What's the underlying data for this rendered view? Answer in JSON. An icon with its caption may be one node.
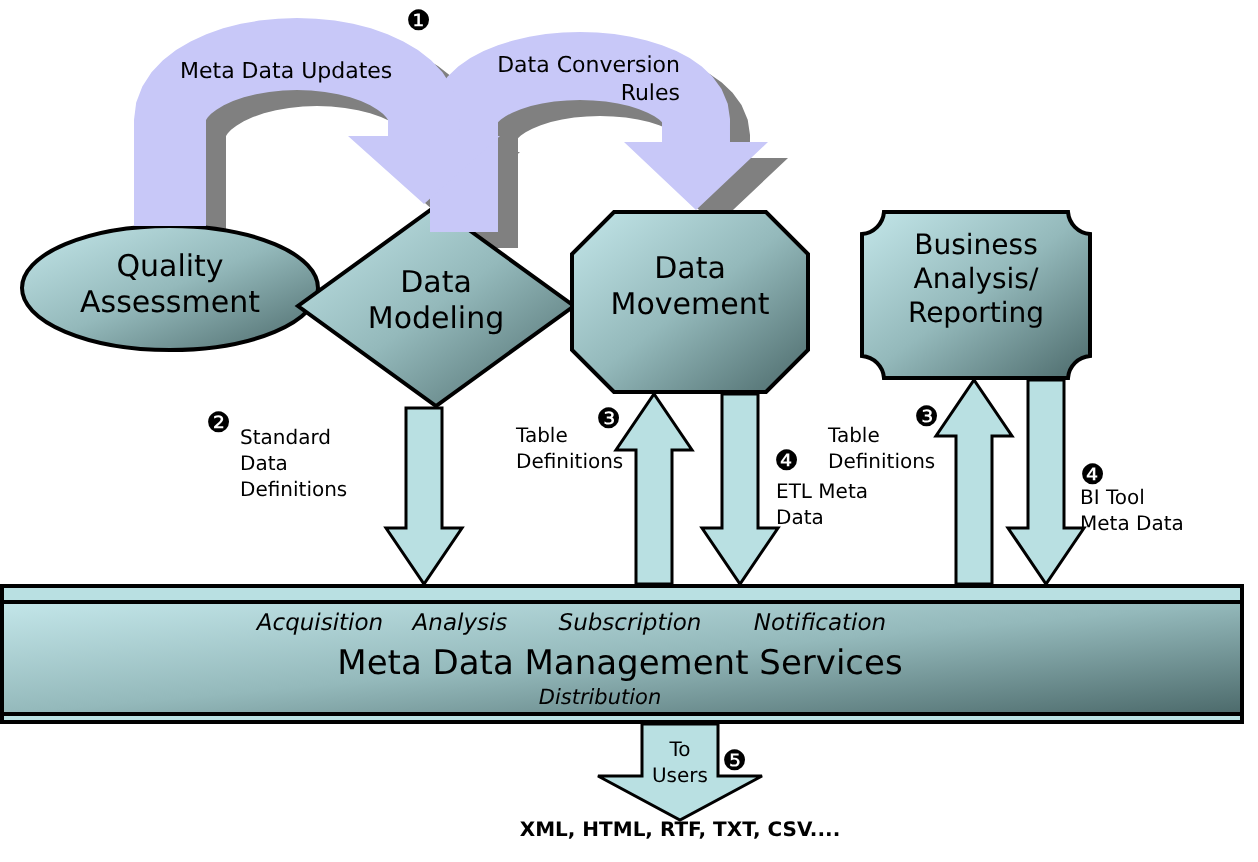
{
  "diagram": {
    "nodes": [
      {
        "text": [
          "Quality Assessment"
        ]
      },
      {
        "text": [
          "Data Modeling"
        ]
      },
      {
        "text": [
          "Data Movement"
        ]
      },
      {
        "text": [
          "Business Analysis/ Reporting"
        ]
      },
      {
        "text": [
          "Acquisition",
          "Analysis",
          "Subscription",
          "Notification",
          "Meta Data Management Services",
          "Distribution"
        ]
      },
      {
        "text": [
          "XML, HTML, RTF, TXT, CSV...."
        ]
      }
    ],
    "edges": [
      {
        "from": 1,
        "to": 2,
        "arrow": "to",
        "label": "Data Conversion Rules",
        "color": "#c8c8f8"
      },
      {
        "from": 0,
        "to": 1,
        "arrow": "to",
        "label": "Meta Data Updates",
        "color": "#c8c8f8"
      },
      {
        "from": 1,
        "to": 4,
        "arrow": "to",
        "label": "Standard Data Definitions"
      },
      {
        "from": 4,
        "to": 2,
        "arrow": "to",
        "label": "Table Definitions"
      },
      {
        "from": 2,
        "to": 4,
        "arrow": "to",
        "label": "ETL Meta Data"
      },
      {
        "from": 4,
        "to": 3,
        "arrow": "to",
        "label": "Table Definitions"
      },
      {
        "from": 3,
        "to": 4,
        "arrow": "to",
        "label": "BI Tool Meta Data"
      },
      {
        "from": 4,
        "to": 5,
        "arrow": "to",
        "label": "To Users"
      }
    ],
    "labels": [
      "❶",
      "❷",
      "❸",
      "❸",
      "❹",
      "❹",
      "❺"
    ]
  }
}
